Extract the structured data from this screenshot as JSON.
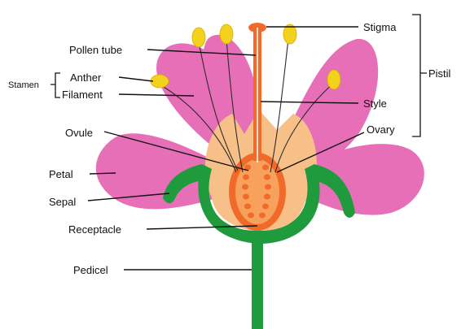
{
  "labels": {
    "stigma": "Stigma",
    "pollen_tube": "Pollen tube",
    "pistil": "Pistil",
    "stamen": "Stamen",
    "anther": "Anther",
    "filament": "Filament",
    "style": "Style",
    "ovule": "Ovule",
    "ovary": "Ovary",
    "petal": "Petal",
    "sepal": "Sepal",
    "receptacle": "Receptacle",
    "pedicel": "Pedicel"
  },
  "colors": {
    "petal": "#e66fb8",
    "petal_inner": "#f7c089",
    "sepal_green": "#1f9a3c",
    "pistil_orange": "#f26a2a",
    "ovule_orange": "#f07a32",
    "anther_yellow": "#f3d21e"
  }
}
